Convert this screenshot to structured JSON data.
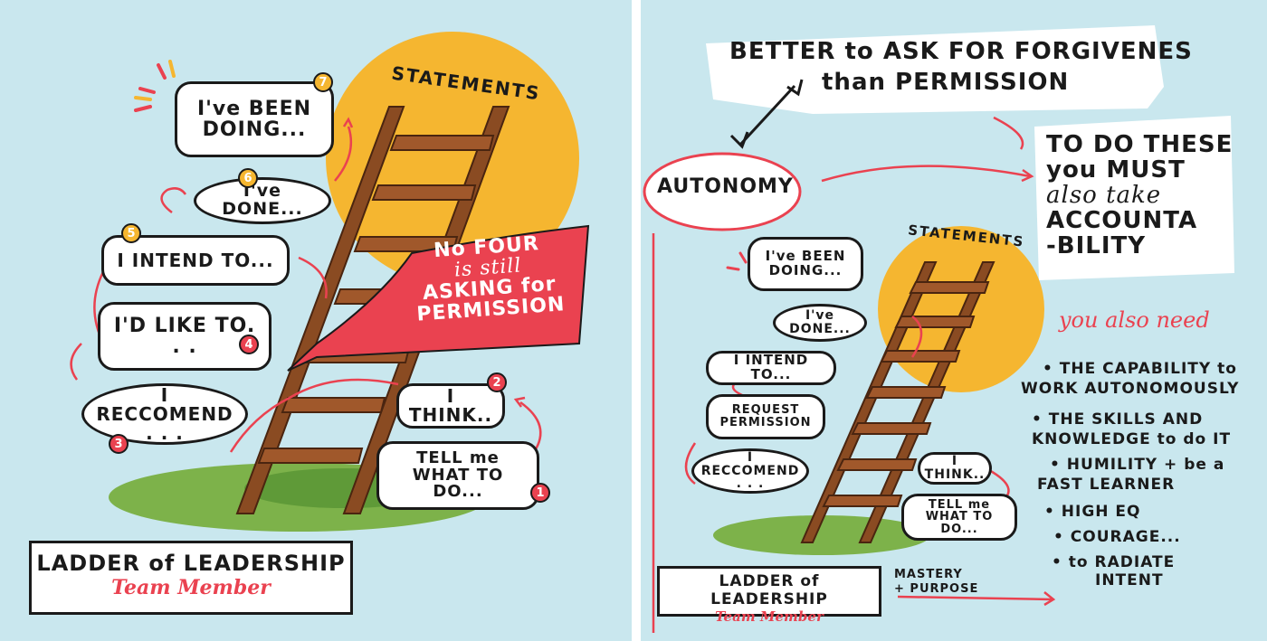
{
  "left": {
    "statements_label": "STATEMENTS",
    "bubbles": {
      "b7": "I've BEEN DOING...",
      "b6": "I've DONE...",
      "b5": "I INTEND TO...",
      "b4": "I'D LIKE TO. . .",
      "b3": "I RECCOMEND . . .",
      "b2": "I THINK..",
      "b1": "TELL me WHAT TO DO..."
    },
    "badges": {
      "n7": "7",
      "n6": "6",
      "n5": "5",
      "n4": "4",
      "n3": "3",
      "n2": "2",
      "n1": "1"
    },
    "flag": {
      "line1": "No FOUR",
      "line2": "is still",
      "line3": "ASKING for",
      "line4": "PERMISSION"
    },
    "title": {
      "main": "LADDER of LEADERSHIP",
      "sub": "Team Member"
    }
  },
  "right": {
    "banner": {
      "line1": "BETTER to ASK FOR FORGIVENES",
      "line2": "than PERMISSION"
    },
    "autonomy": "AUTONOMY",
    "statements_label": "STATEMENTS",
    "bubbles": {
      "b7": "I've BEEN DOING...",
      "b6": "I've DONE...",
      "b5": "I INTEND TO...",
      "b4": "REQUEST PERMISSION",
      "b3": "I RECCOMEND . . .",
      "b2": "I THINK..",
      "b1": "TELL me WHAT TO DO..."
    },
    "accountability": {
      "line1": "TO DO THESE",
      "line2": "you MUST",
      "line3": "also take",
      "line4": "ACCOUNTA",
      "line5": "-BILITY"
    },
    "also_need": "you also need",
    "needs": [
      "• THE CAPABILITY to",
      "WORK AUTONOMOUSLY",
      "• THE SKILLS AND",
      "KNOWLEDGE to do IT",
      "• HUMILITY + be a",
      "FAST LEARNER",
      "• HIGH EQ",
      "• COURAGE...",
      "• to RADIATE",
      "INTENT"
    ],
    "title": {
      "main": "LADDER of LEADERSHIP",
      "sub": "Team Member"
    },
    "mastery": {
      "line1": "MASTERY",
      "line2": "+ PURPOSE"
    }
  },
  "colors": {
    "sky": "#c9e7ee",
    "sun": "#f5b630",
    "accent_red": "#ea4250",
    "ink": "#1a1a1a",
    "grass": "#7db24a",
    "wood": "#8a4b22"
  }
}
